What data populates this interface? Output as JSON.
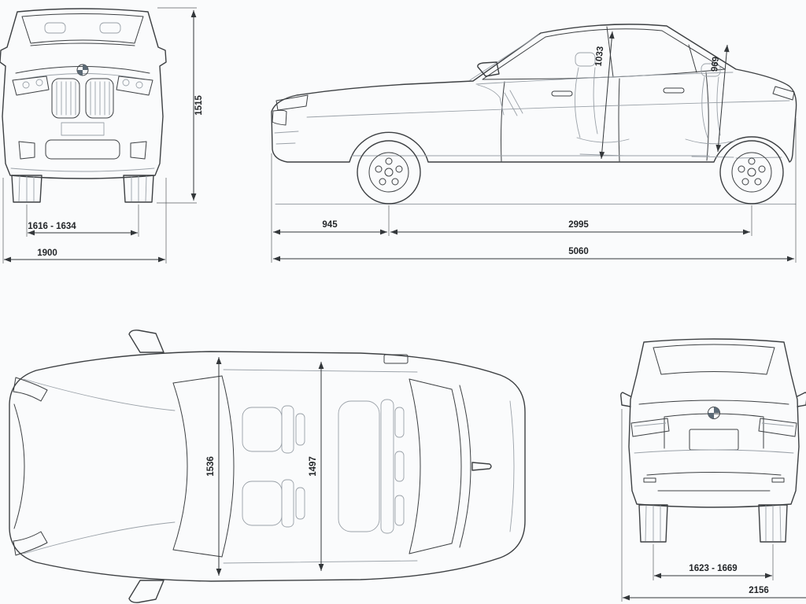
{
  "palette": {
    "background": "#fafbfc",
    "car_line": "#3d4043",
    "light_line": "#9aa1a8",
    "dimension_line": "#33373a",
    "label_text": "#232629"
  },
  "views": {
    "front": {
      "height": "1515",
      "front_track": "1616 - 1634",
      "overall_width": "1900"
    },
    "side": {
      "front_headroom": "1033",
      "rear_headroom": "969",
      "front_overhang": "945",
      "wheelbase": "2995",
      "overall_length": "5060"
    },
    "top": {
      "front_interior_width": "1536",
      "rear_interior_width": "1497"
    },
    "rear": {
      "rear_track": "1623 - 1669",
      "overall_width_incl_mirrors": "2156"
    }
  }
}
